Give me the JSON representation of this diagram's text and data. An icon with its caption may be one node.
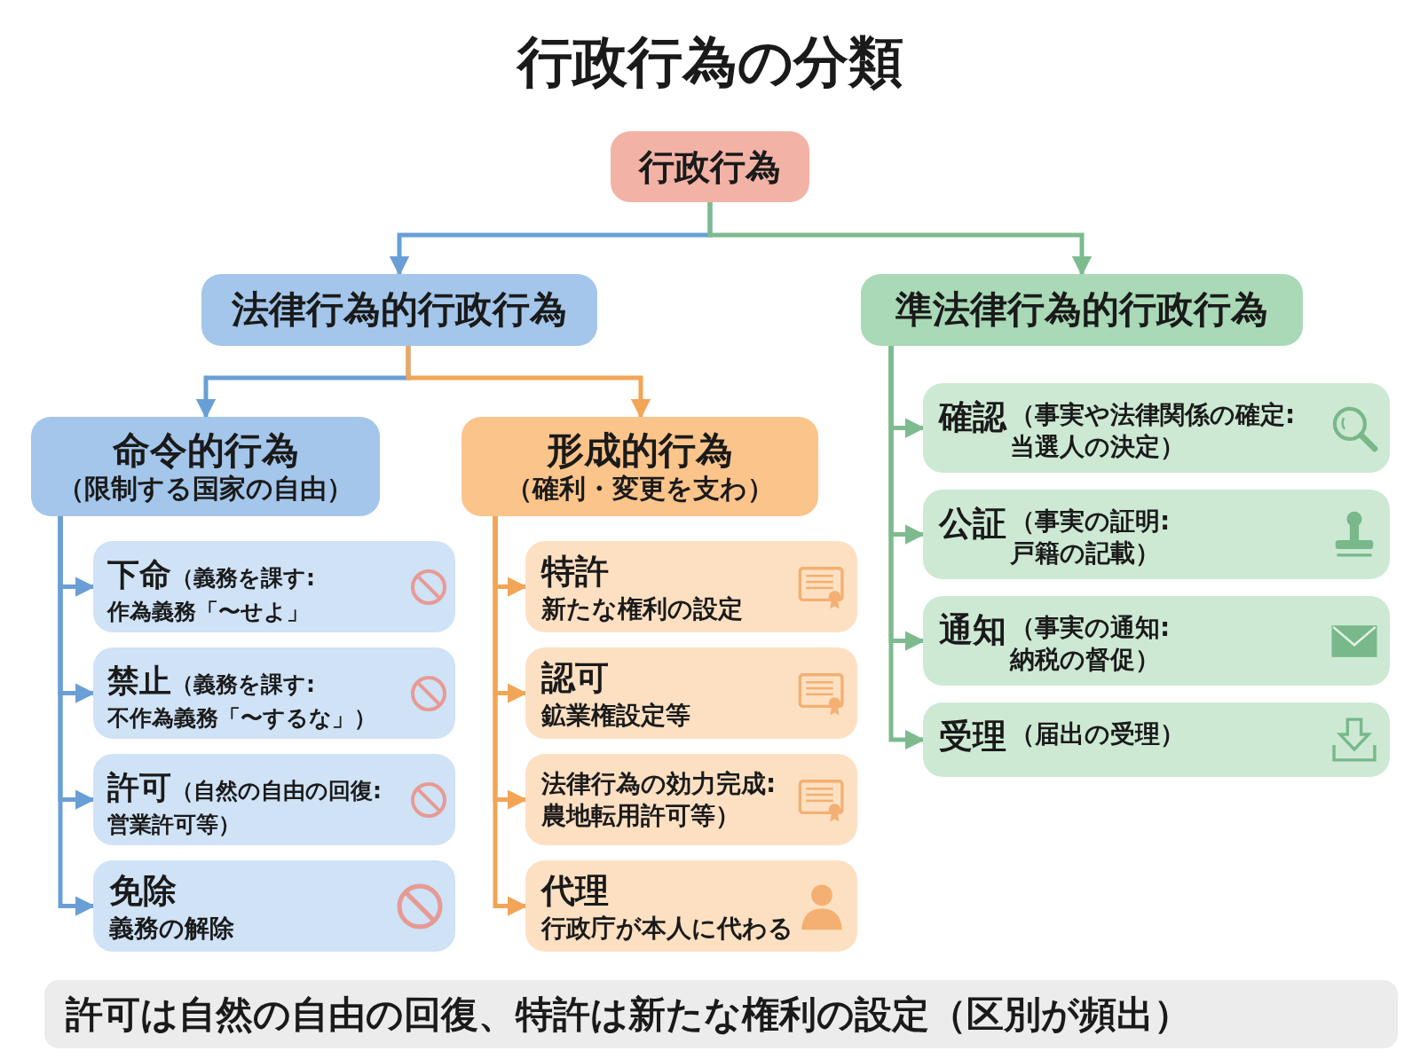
{
  "diagram": {
    "title": "行政行為の分類",
    "nodes": [
      {
        "text": [
          "行政行為"
        ]
      },
      {
        "text": [
          "法律行為的行政行為"
        ]
      },
      {
        "text": [
          "準法律行為的行政行為"
        ]
      },
      {
        "text": [
          "命令的行為",
          "（限制する国家の自由）"
        ]
      },
      {
        "text": [
          "形成的行為",
          "（確利・変更を支わ）"
        ]
      },
      {
        "text": [
          "下命",
          "（義務を課す: 作為義務「〜せよ」"
        ]
      },
      {
        "text": [
          "禁止",
          "（義務を課す: 不作為義務「〜するな」）"
        ]
      },
      {
        "text": [
          "許可",
          "（自然の自由の回復: 営業許可等）"
        ]
      },
      {
        "text": [
          "免除",
          "義務の解除"
        ]
      },
      {
        "text": [
          "特許",
          "新たな権利の設定"
        ]
      },
      {
        "text": [
          "認可",
          "鉱業権設定等"
        ]
      },
      {
        "text": [
          "法律行為の効力完成: 農地転用許可等）"
        ]
      },
      {
        "text": [
          "代理",
          "行政庁が本人に代わる"
        ]
      },
      {
        "text": [
          "確認",
          "（事実や法律関係の確定: 当選人の決定）"
        ]
      },
      {
        "text": [
          "公証",
          "（事実の証明: 戸籍の記載）"
        ]
      },
      {
        "text": [
          "通知",
          "（事実の通知: 納税の督促）"
        ]
      },
      {
        "text": [
          "受理",
          "（届出の受理）"
        ]
      }
    ],
    "edges": [
      {
        "from": 0,
        "to": 1,
        "arrow": "to",
        "color": "#6a9fd6"
      },
      {
        "from": 0,
        "to": 2,
        "arrow": "to",
        "color": "#7dbb8e"
      },
      {
        "from": 1,
        "to": 3,
        "arrow": "to",
        "color": "#6a9fd6"
      },
      {
        "from": 1,
        "to": 4,
        "arrow": "to",
        "color": "#f2a556"
      },
      {
        "from": 3,
        "to": 5,
        "arrow": "to",
        "color": "#6a9fd6"
      },
      {
        "from": 3,
        "to": 6,
        "arrow": "to",
        "color": "#6a9fd6"
      },
      {
        "from": 3,
        "to": 7,
        "arrow": "to",
        "color": "#6a9fd6"
      },
      {
        "from": 3,
        "to": 8,
        "arrow": "to",
        "color": "#6a9fd6"
      },
      {
        "from": 4,
        "to": 9,
        "arrow": "to",
        "color": "#f2a556"
      },
      {
        "from": 4,
        "to": 10,
        "arrow": "to",
        "color": "#f2a556"
      },
      {
        "from": 4,
        "to": 11,
        "arrow": "to",
        "color": "#f2a556"
      },
      {
        "from": 4,
        "to": 12,
        "arrow": "to",
        "color": "#f2a556"
      },
      {
        "from": 2,
        "to": 13,
        "arrow": "to",
        "color": "#7dbb8e"
      },
      {
        "from": 2,
        "to": 14,
        "arrow": "to",
        "color": "#7dbb8e"
      },
      {
        "from": 2,
        "to": 15,
        "arrow": "to",
        "color": "#7dbb8e"
      },
      {
        "from": 2,
        "to": 16,
        "arrow": "to",
        "color": "#7dbb8e"
      }
    ],
    "labels": [
      "許可は自然の自由の回復、特許は新たな権利の設定（区別が頻出）"
    ]
  }
}
